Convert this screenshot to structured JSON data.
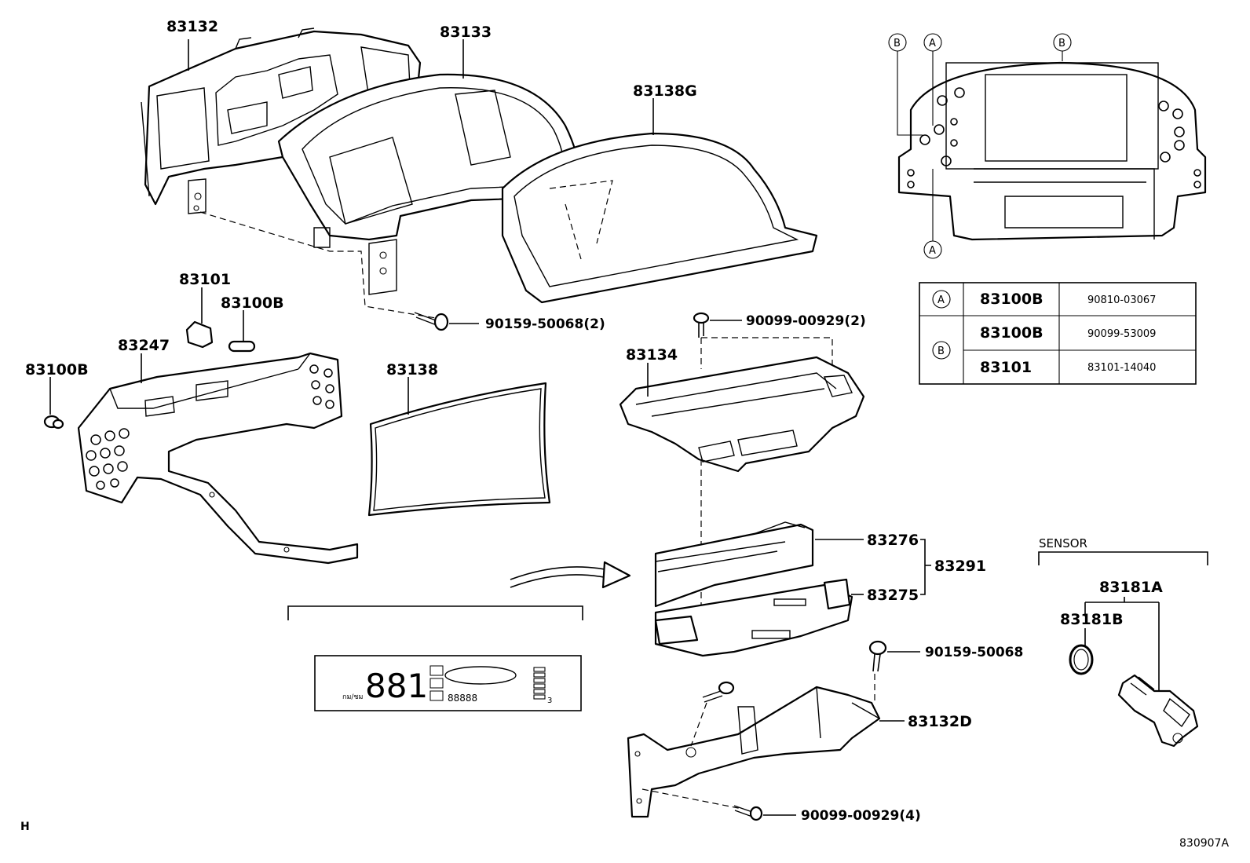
{
  "labels": {
    "p83132": "83132",
    "p83133": "83133",
    "p83138G": "83138G",
    "p83101": "83101",
    "p83100B_top": "83100B",
    "p83247": "83247",
    "p83100B_left": "83100B",
    "p83138": "83138",
    "bolt_90159_2": "90159-50068(2)",
    "screw_90099_2": "90099-00929(2)",
    "p83134": "83134",
    "p83276": "83276",
    "p83291": "83291",
    "p83275": "83275",
    "bolt_90159": "90159-50068",
    "p83132D": "83132D",
    "screw_90099_4": "90099-00929(4)",
    "sensor_title": "SENSOR",
    "p83181A": "83181A",
    "p83181B": "83181B",
    "corner_h": "H",
    "figure_id": "830907A"
  },
  "callouts": {
    "letter_a": "A",
    "letter_b": "B"
  },
  "reference_table": [
    {
      "key": "A",
      "part": "83100B",
      "number": "90810-03067"
    },
    {
      "key": "B",
      "part": "83100B",
      "number": "90099-53009"
    },
    {
      "key": "B",
      "part": "83101",
      "number": "83101-14040"
    }
  ],
  "display": {
    "digits_main": "881",
    "unit_label": "กม/ชม",
    "odometer": "88888",
    "small_mark": "3"
  }
}
